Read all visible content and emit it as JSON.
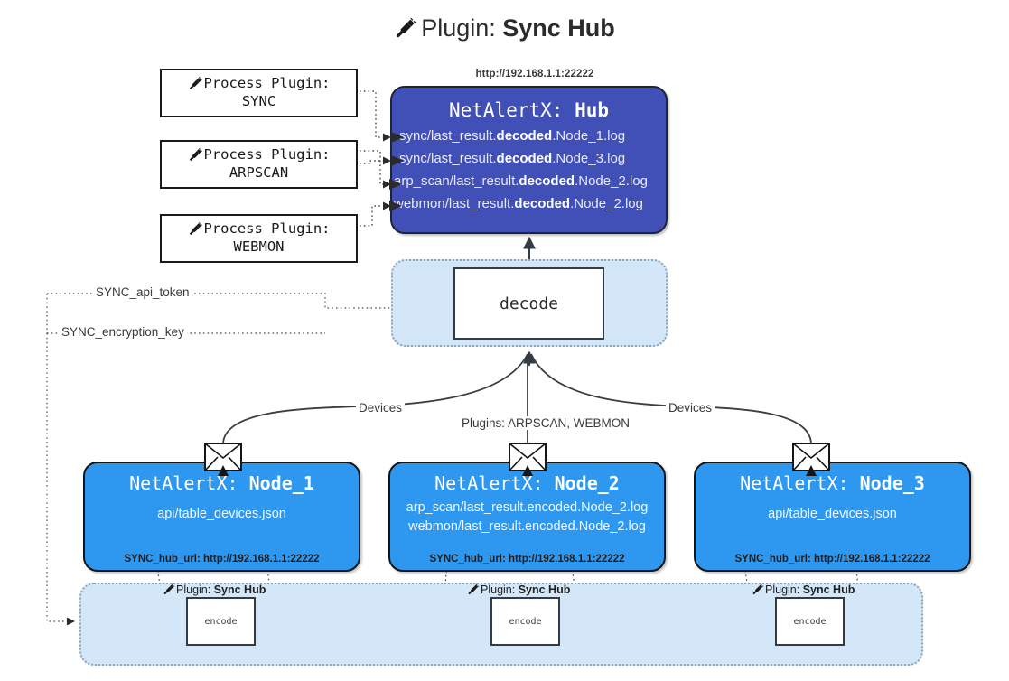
{
  "title": {
    "prefix": "Plugin: ",
    "name": "Sync Hub",
    "icon": "plug-icon"
  },
  "process_plugins": [
    {
      "line1": "Process Plugin:",
      "line2": "SYNC",
      "icon": "plug-icon"
    },
    {
      "line1": "Process Plugin:",
      "line2": "ARPSCAN",
      "icon": "plug-icon"
    },
    {
      "line1": "Process Plugin:",
      "line2": "WEBMON",
      "icon": "plug-icon"
    }
  ],
  "hub": {
    "url": "http://192.168.1.1:22222",
    "title_prefix": "NetAlertX: ",
    "title_name": "Hub",
    "lines": [
      {
        "pre": "sync/last_result.",
        "mid": "decoded",
        "post": ".Node_1.log"
      },
      {
        "pre": "sync/last_result.",
        "mid": "decoded",
        "post": ".Node_3.log"
      },
      {
        "pre": "arp_scan/last_result.",
        "mid": "decoded",
        "post": ".Node_2.log"
      },
      {
        "pre": "webmon/last_result.",
        "mid": "decoded",
        "post": ".Node_2.log"
      }
    ],
    "color": "#4050b6"
  },
  "decode": {
    "label": "decode"
  },
  "secrets": [
    {
      "label": "SYNC_api_token"
    },
    {
      "label": "SYNC_encryption_key"
    }
  ],
  "edge_labels": {
    "devices_left": "Devices",
    "devices_right": "Devices",
    "plugins_center": "Plugins: ARPSCAN, WEBMON"
  },
  "nodes": [
    {
      "title_prefix": "NetAlertX: ",
      "title_name": "Node_1",
      "lines": [
        "api/table_devices.json"
      ],
      "footer": "SYNC_hub_url: http://192.168.1.1:22222",
      "icon": "envelope-icon",
      "color": "#2e97ef"
    },
    {
      "title_prefix": "NetAlertX: ",
      "title_name": "Node_2",
      "lines": [
        "arp_scan/last_result.encoded.Node_2.log",
        "webmon/last_result.encoded.Node_2.log"
      ],
      "footer": "SYNC_hub_url: http://192.168.1.1:22222",
      "icon": "envelope-icon",
      "color": "#2e97ef"
    },
    {
      "title_prefix": "NetAlertX: ",
      "title_name": "Node_3",
      "lines": [
        "api/table_devices.json"
      ],
      "footer": "SYNC_hub_url: http://192.168.1.1:22222",
      "icon": "envelope-icon",
      "color": "#2e97ef"
    }
  ],
  "encoders": [
    {
      "caption_prefix": "Plugin: ",
      "caption_name": "Sync Hub",
      "box_label": "encode",
      "icon": "plug-icon"
    },
    {
      "caption_prefix": "Plugin: ",
      "caption_name": "Sync Hub",
      "box_label": "encode",
      "icon": "plug-icon"
    },
    {
      "caption_prefix": "Plugin: ",
      "caption_name": "Sync Hub",
      "box_label": "encode",
      "icon": "plug-icon"
    }
  ]
}
